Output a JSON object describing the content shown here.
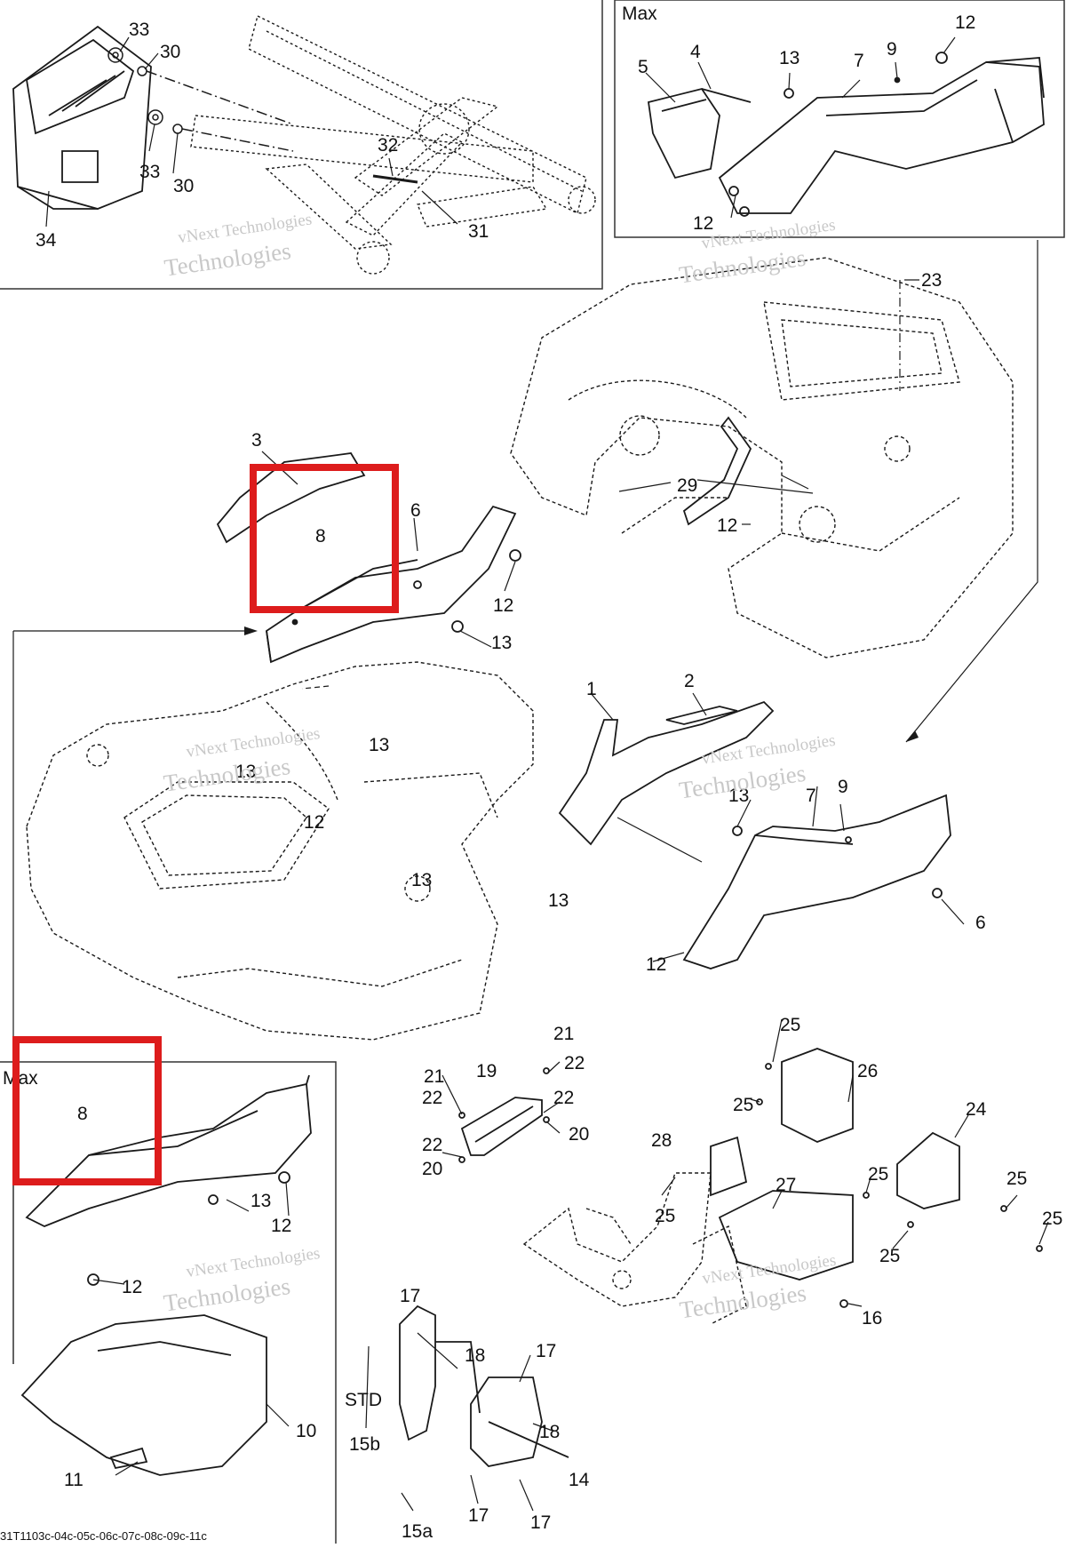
{
  "diagram": {
    "panels": {
      "top_right_label": "Max",
      "bottom_left_label": "Max",
      "std_label": "STD"
    },
    "callouts": {
      "c33a": "33",
      "c30a": "30",
      "c33b": "33",
      "c30b": "30",
      "c32": "32",
      "c31": "31",
      "c34": "34",
      "c5": "5",
      "c4": "4",
      "c13a": "13",
      "c7a": "7",
      "c9a": "9",
      "c12a": "12",
      "c12b": "12",
      "c23": "23",
      "c3": "3",
      "c8a": "8",
      "c6a": "6",
      "c12c": "12",
      "c13b": "13",
      "c29": "29",
      "c12d": "12",
      "c13c": "13",
      "c13d": "13",
      "c12e": "12",
      "c13e": "13",
      "c13f": "13",
      "c1": "1",
      "c2": "2",
      "c13g": "13",
      "c7b": "7",
      "c9b": "9",
      "c6b": "6",
      "c12f": "12",
      "c8b": "8",
      "c13h": "13",
      "c12g": "12",
      "c12h": "12",
      "c10": "10",
      "c11": "11",
      "c21a": "21",
      "c22a": "22",
      "c19": "19",
      "c21b": "21",
      "c22b": "22",
      "c22c": "22",
      "c20a": "20",
      "c22d": "22",
      "c20b": "20",
      "c25a": "25",
      "c26": "26",
      "c25b": "25",
      "c28": "28",
      "c24": "24",
      "c25c": "25",
      "c25d": "25",
      "c27": "27",
      "c25e": "25",
      "c25f": "25",
      "c25g": "25",
      "c16": "16",
      "c17a": "17",
      "c18a": "18",
      "c17b": "17",
      "c15b": "15b",
      "c18b": "18",
      "c14": "14",
      "c17c": "17",
      "c17d": "17",
      "c15a": "15a"
    },
    "watermarks": {
      "line1": "vNext Technologies",
      "line2": "Technologies"
    },
    "footer_code": "31T1103c-04c-05c-06c-07c-08c-09c-11c",
    "colors": {
      "line": "#1a1a1a",
      "panel_border": "#333333",
      "highlight": "#dd1c1c",
      "watermark": "#c8c8c8",
      "background": "#ffffff"
    }
  }
}
